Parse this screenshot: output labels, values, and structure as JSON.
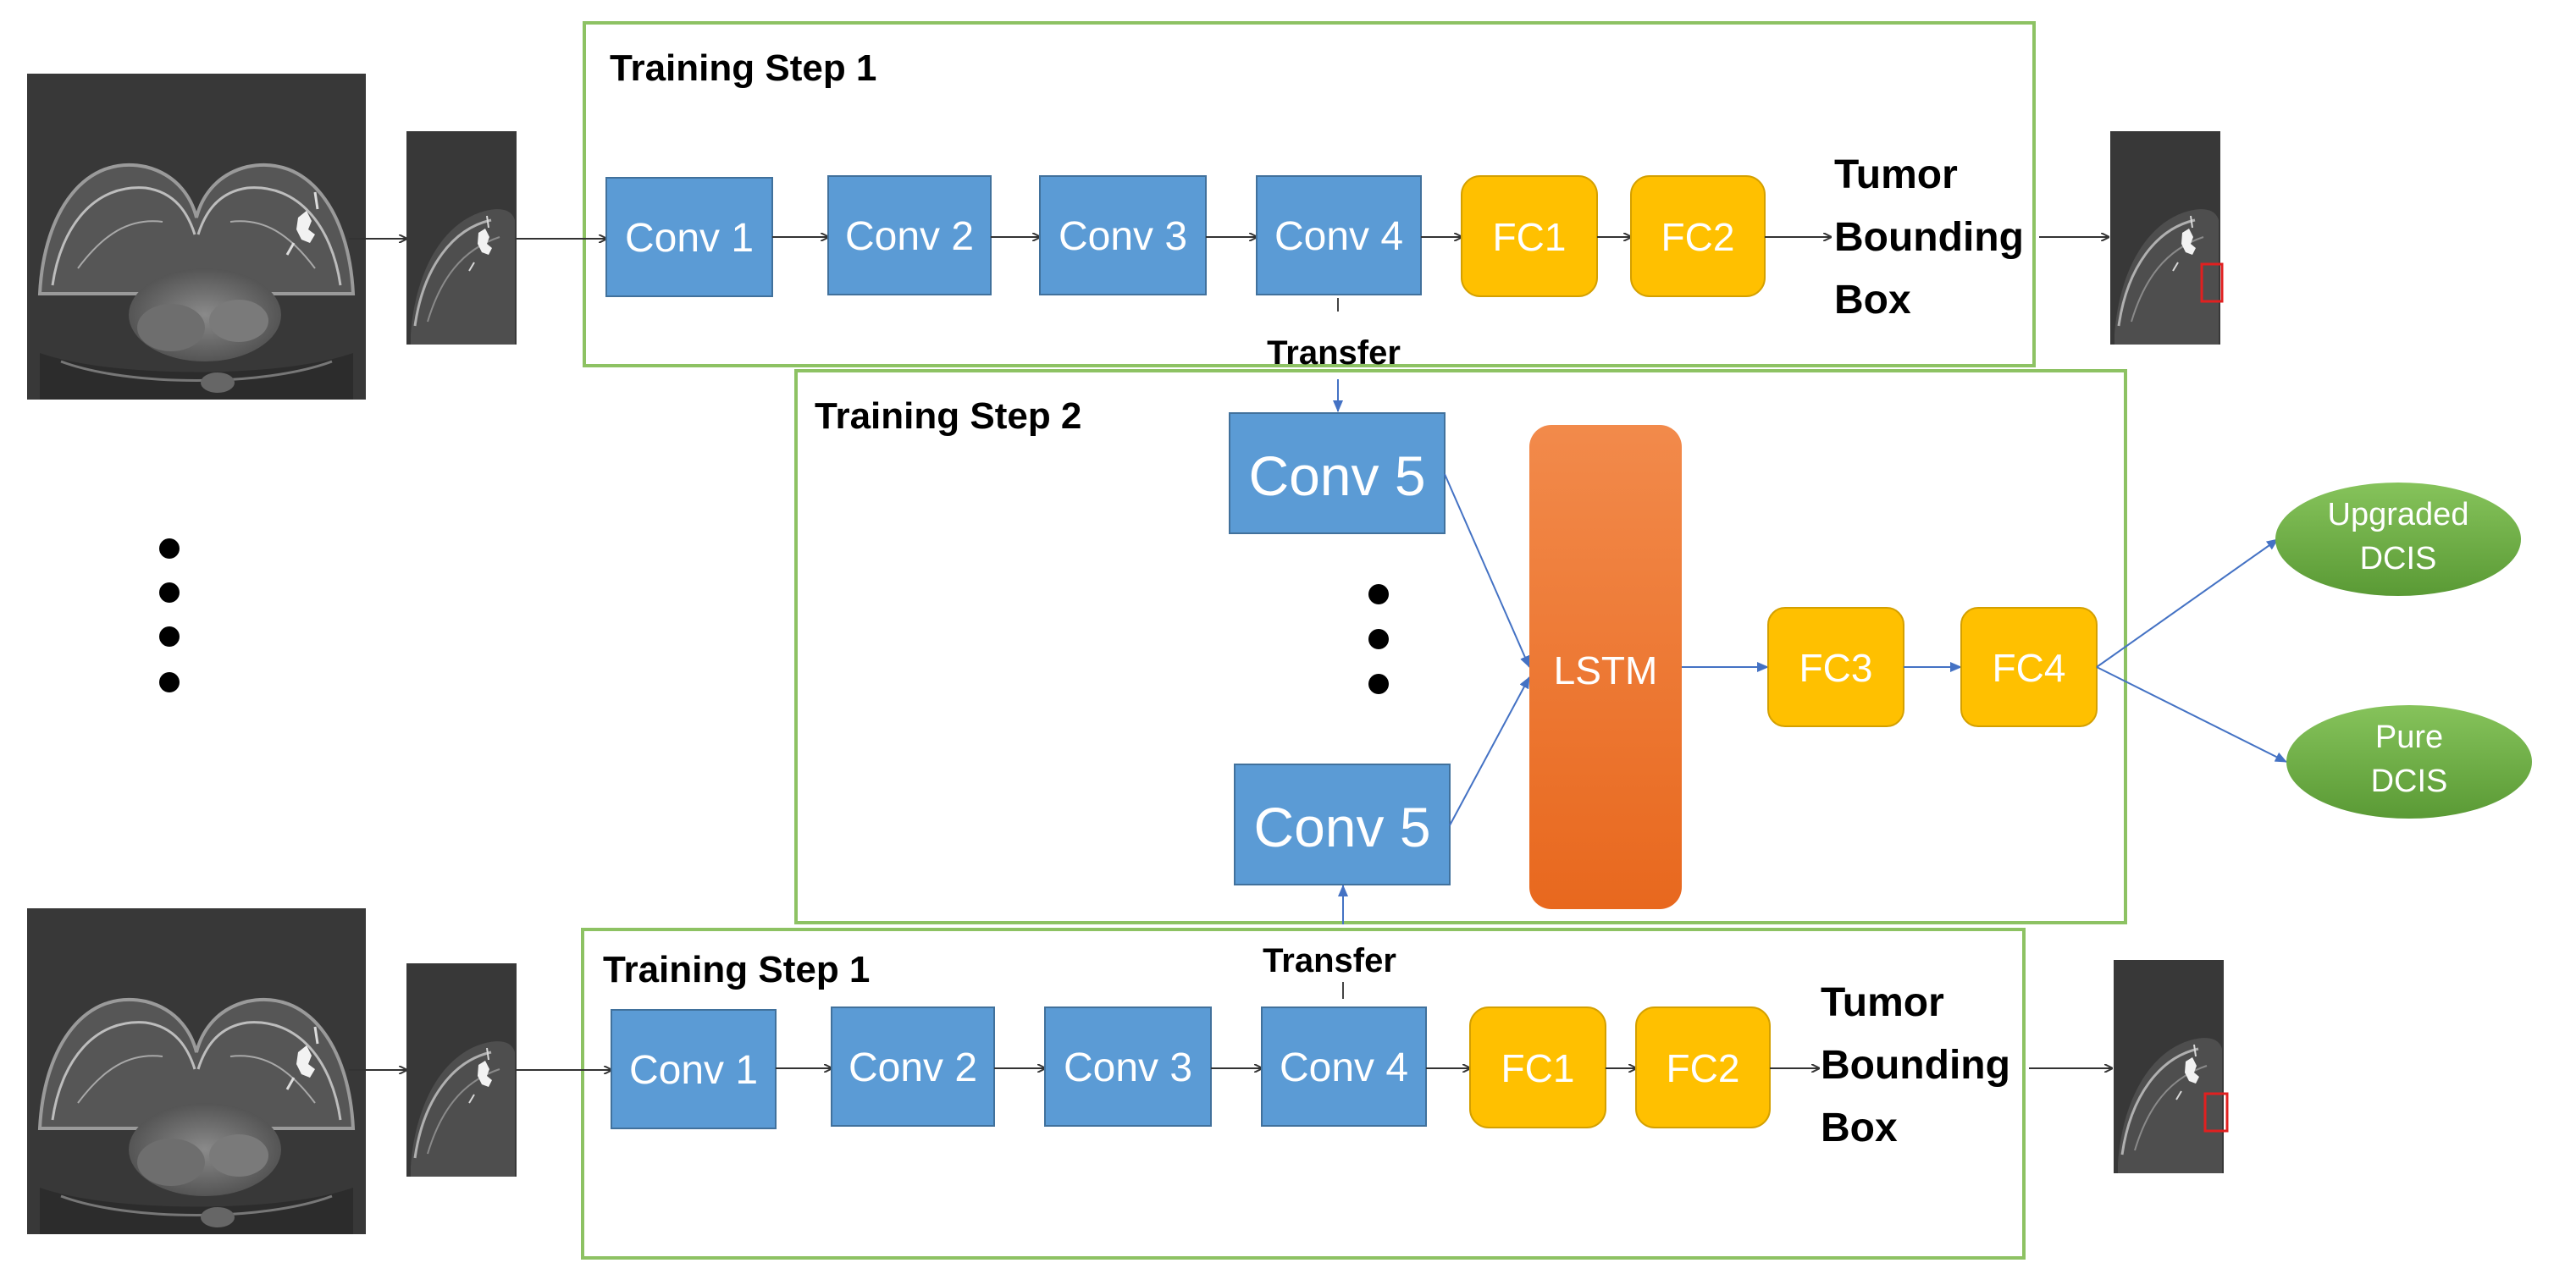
{
  "step1_top": {
    "title": "Training Step 1",
    "conv": [
      "Conv 1",
      "Conv 2",
      "Conv 3",
      "Conv 4"
    ],
    "fc": [
      "FC1",
      "FC2"
    ],
    "output_label": [
      "Tumor",
      "Bounding",
      "Box"
    ]
  },
  "transfer_top": "Transfer",
  "step2": {
    "title": "Training Step 2",
    "conv_top": "Conv 5",
    "conv_bottom": "Conv 5",
    "lstm": "LSTM",
    "fc": [
      "FC3",
      "FC4"
    ]
  },
  "outputs": {
    "upgraded": [
      "Upgraded",
      "DCIS"
    ],
    "pure": [
      "Pure",
      "DCIS"
    ]
  },
  "transfer_bottom": "Transfer",
  "step1_bottom": {
    "title": "Training Step 1",
    "conv": [
      "Conv 1",
      "Conv 2",
      "Conv 3",
      "Conv 4"
    ],
    "fc": [
      "FC1",
      "FC2"
    ],
    "output_label": [
      "Tumor",
      "Bounding",
      "Box"
    ]
  },
  "images": {
    "full_mri": "breast-mri-scan",
    "crop_mri": "cropped-breast-mri",
    "crop_box": "cropped-mri-with-red-bounding-box"
  },
  "colors": {
    "frame_green": "#8dc263",
    "conv_blue": "#5b9bd5",
    "fc_yellow": "#ffc000",
    "lstm_orange": "#ed7d31",
    "ellipse_green": "#70ad47",
    "arrow_blue": "#4472c4",
    "bbox_red": "#e02020"
  }
}
